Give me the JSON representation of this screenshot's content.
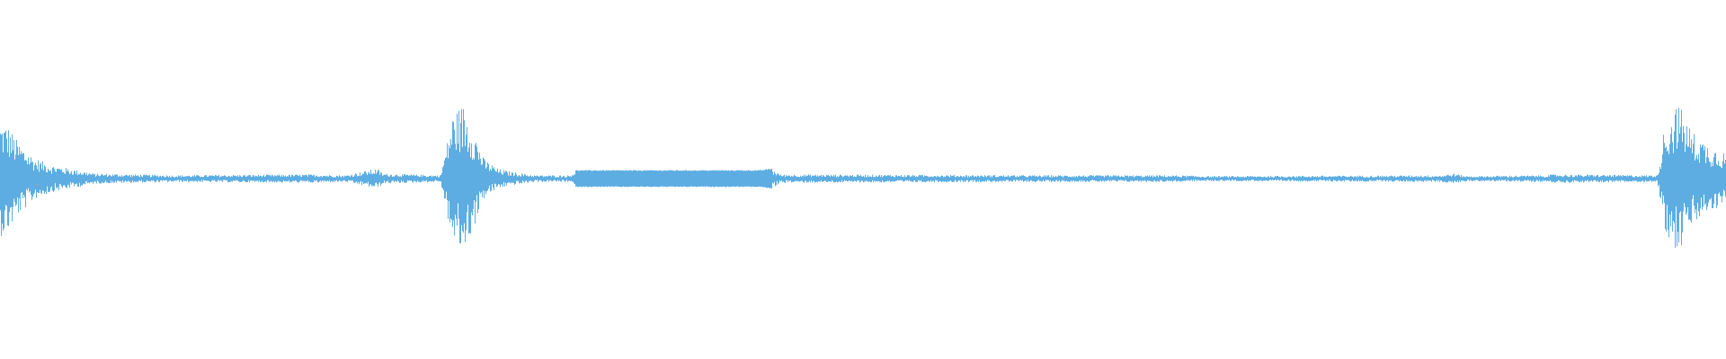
{
  "waveform": {
    "color": "#5DADE2",
    "background": "#FFFFFF",
    "amplitude_profile": [
      {
        "t": 0.0,
        "a": 0.34
      },
      {
        "t": 0.004,
        "a": 0.32
      },
      {
        "t": 0.01,
        "a": 0.22
      },
      {
        "t": 0.02,
        "a": 0.12
      },
      {
        "t": 0.03,
        "a": 0.08
      },
      {
        "t": 0.04,
        "a": 0.06
      },
      {
        "t": 0.055,
        "a": 0.03
      },
      {
        "t": 0.1,
        "a": 0.02
      },
      {
        "t": 0.18,
        "a": 0.025
      },
      {
        "t": 0.2,
        "a": 0.02
      },
      {
        "t": 0.218,
        "a": 0.06
      },
      {
        "t": 0.222,
        "a": 0.03
      },
      {
        "t": 0.255,
        "a": 0.02
      },
      {
        "t": 0.262,
        "a": 0.38
      },
      {
        "t": 0.268,
        "a": 0.44
      },
      {
        "t": 0.274,
        "a": 0.3
      },
      {
        "t": 0.28,
        "a": 0.12
      },
      {
        "t": 0.288,
        "a": 0.06
      },
      {
        "t": 0.296,
        "a": 0.04
      },
      {
        "t": 0.31,
        "a": 0.02
      },
      {
        "t": 0.33,
        "a": 0.02
      },
      {
        "t": 0.333,
        "a": 0.05
      },
      {
        "t": 0.44,
        "a": 0.05
      },
      {
        "t": 0.447,
        "a": 0.06
      },
      {
        "t": 0.452,
        "a": 0.025
      },
      {
        "t": 0.6,
        "a": 0.02
      },
      {
        "t": 0.68,
        "a": 0.02
      },
      {
        "t": 0.7,
        "a": 0.015
      },
      {
        "t": 0.835,
        "a": 0.02
      },
      {
        "t": 0.842,
        "a": 0.03
      },
      {
        "t": 0.85,
        "a": 0.015
      },
      {
        "t": 0.895,
        "a": 0.02
      },
      {
        "t": 0.9,
        "a": 0.025
      },
      {
        "t": 0.96,
        "a": 0.02
      },
      {
        "t": 0.964,
        "a": 0.3
      },
      {
        "t": 0.972,
        "a": 0.45
      },
      {
        "t": 0.98,
        "a": 0.28
      },
      {
        "t": 0.99,
        "a": 0.2
      },
      {
        "t": 1.0,
        "a": 0.15
      }
    ]
  }
}
